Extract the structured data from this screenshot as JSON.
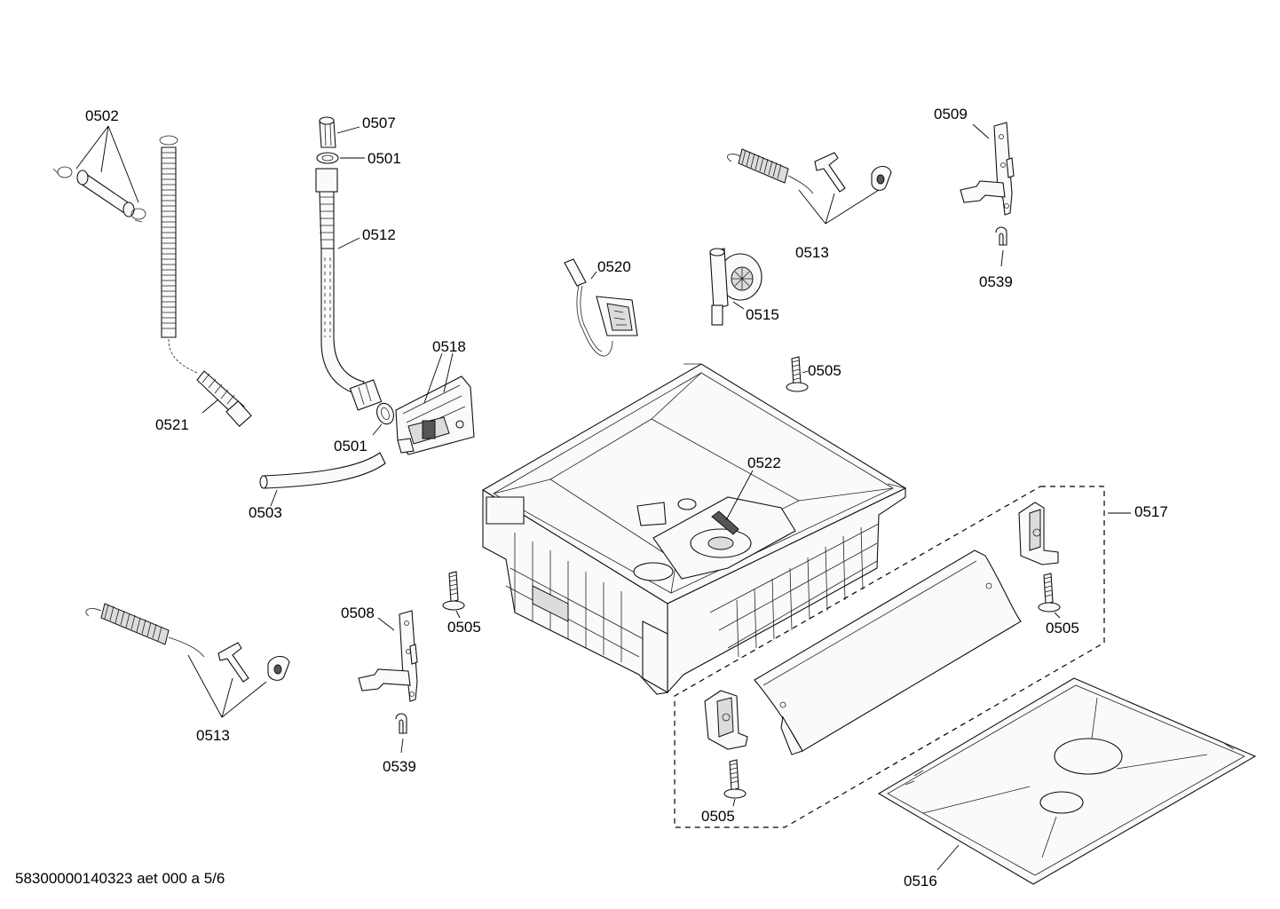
{
  "labels": {
    "l0502": "0502",
    "l0507": "0507",
    "l0501_top": "0501",
    "l0512": "0512",
    "l0509": "0509",
    "l0513_top": "0513",
    "l0539_top": "0539",
    "l0520": "0520",
    "l0515": "0515",
    "l0518": "0518",
    "l0505_top": "0505",
    "l0521": "0521",
    "l0501_bottom": "0501",
    "l0503": "0503",
    "l0522": "0522",
    "l0517": "0517",
    "l0508": "0508",
    "l0505_mid": "0505",
    "l0505_right": "0505",
    "l0513_bottom": "0513",
    "l0539_bottom": "0539",
    "l0505_bottom": "0505",
    "l0516": "0516"
  },
  "footer": "58300000140323 aet 000 a 5/6"
}
